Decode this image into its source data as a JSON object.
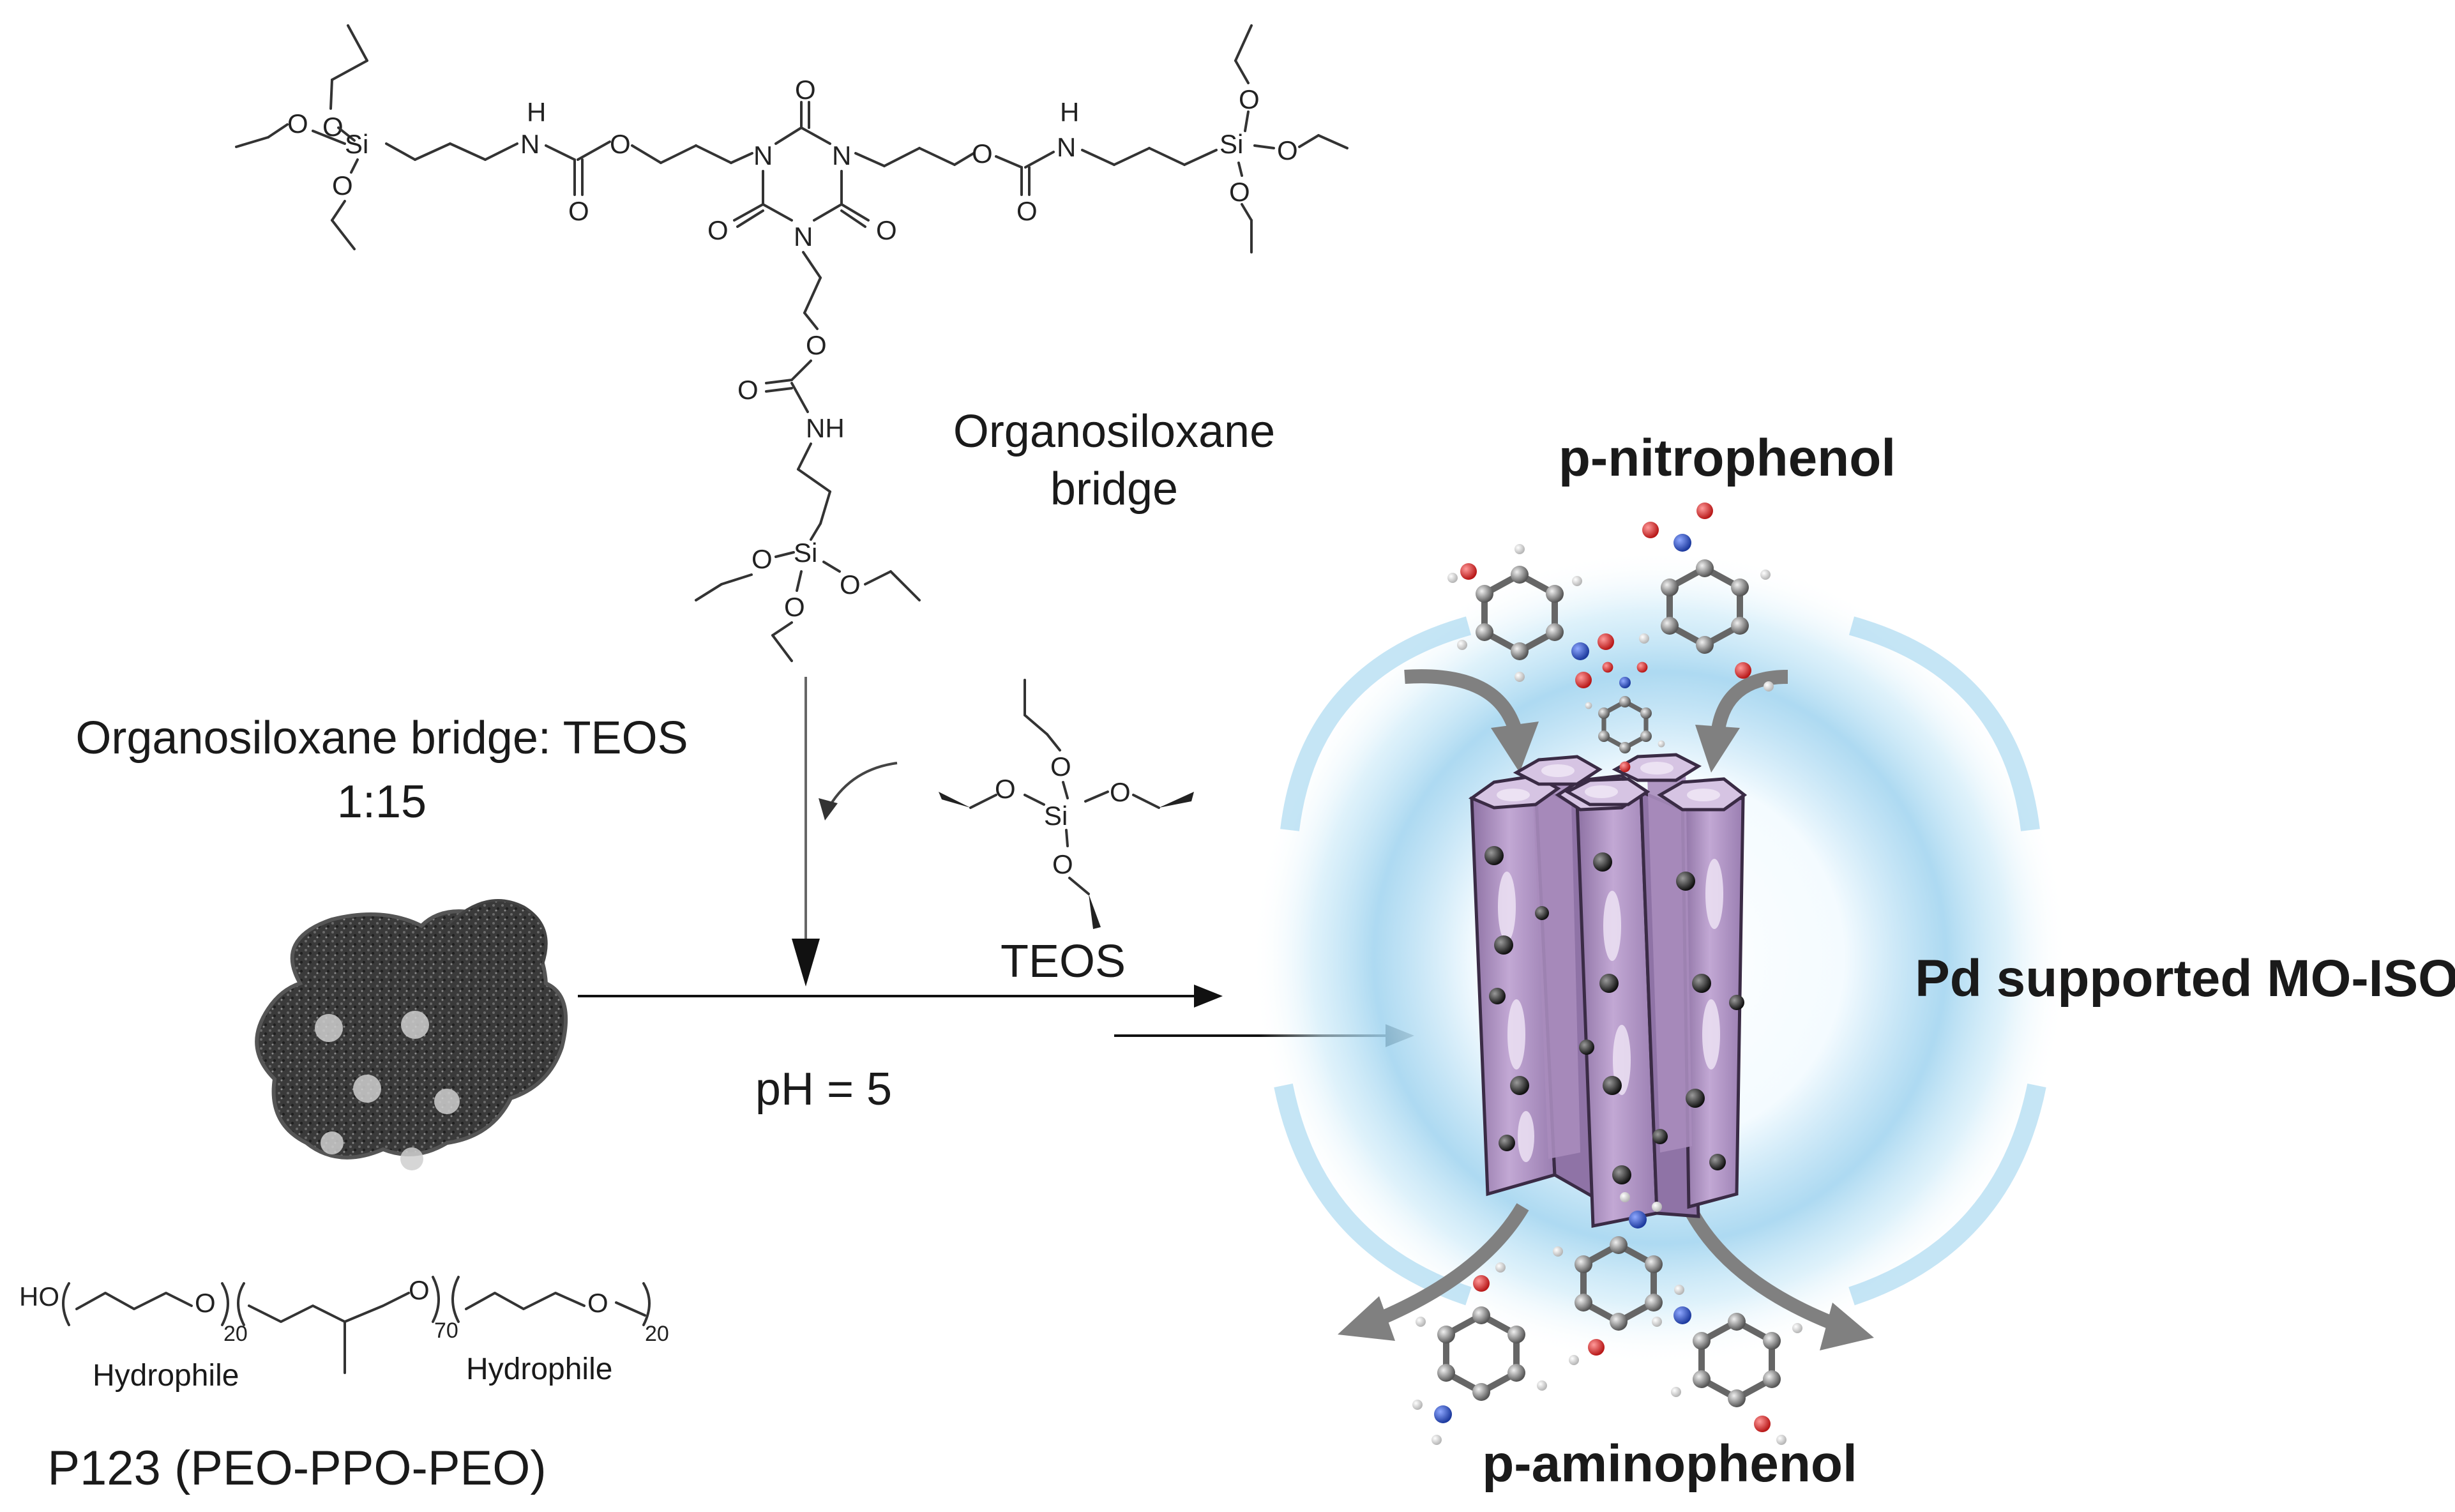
{
  "labels": {
    "organosiloxane_bridge_line1": "Organosiloxane",
    "organosiloxane_bridge_line2": "bridge",
    "ratio_line1": "Organosiloxane  bridge: TEOS",
    "ratio_line2": "1:15",
    "teos": "TEOS",
    "ph": "pH = 5",
    "p_nitrophenol": "p-nitrophenol",
    "pd_supported": "Pd supported MO-ISO",
    "p_aminophenol": "p-aminophenol",
    "p123": "P123 (PEO-PPO-PEO)",
    "hydrophile_left": "Hydrophile",
    "hydrophile_right": "Hydrophile"
  },
  "atoms": {
    "si": "Si",
    "o": "O",
    "n": "N",
    "nh": "NH",
    "h": "H",
    "ho": "HO",
    "sub20a": "20",
    "sub70": "70",
    "sub20b": "20"
  },
  "colors": {
    "rod_body": "#b79cc9",
    "rod_top": "#d6c4e3",
    "rod_shadow": "#8b6ea0",
    "pore": "#ece2f3",
    "halo": "#bfe3f5",
    "arrow_gray": "#808080",
    "nitro_N": "#2b4db3",
    "oxygen": "#d42a2a"
  }
}
